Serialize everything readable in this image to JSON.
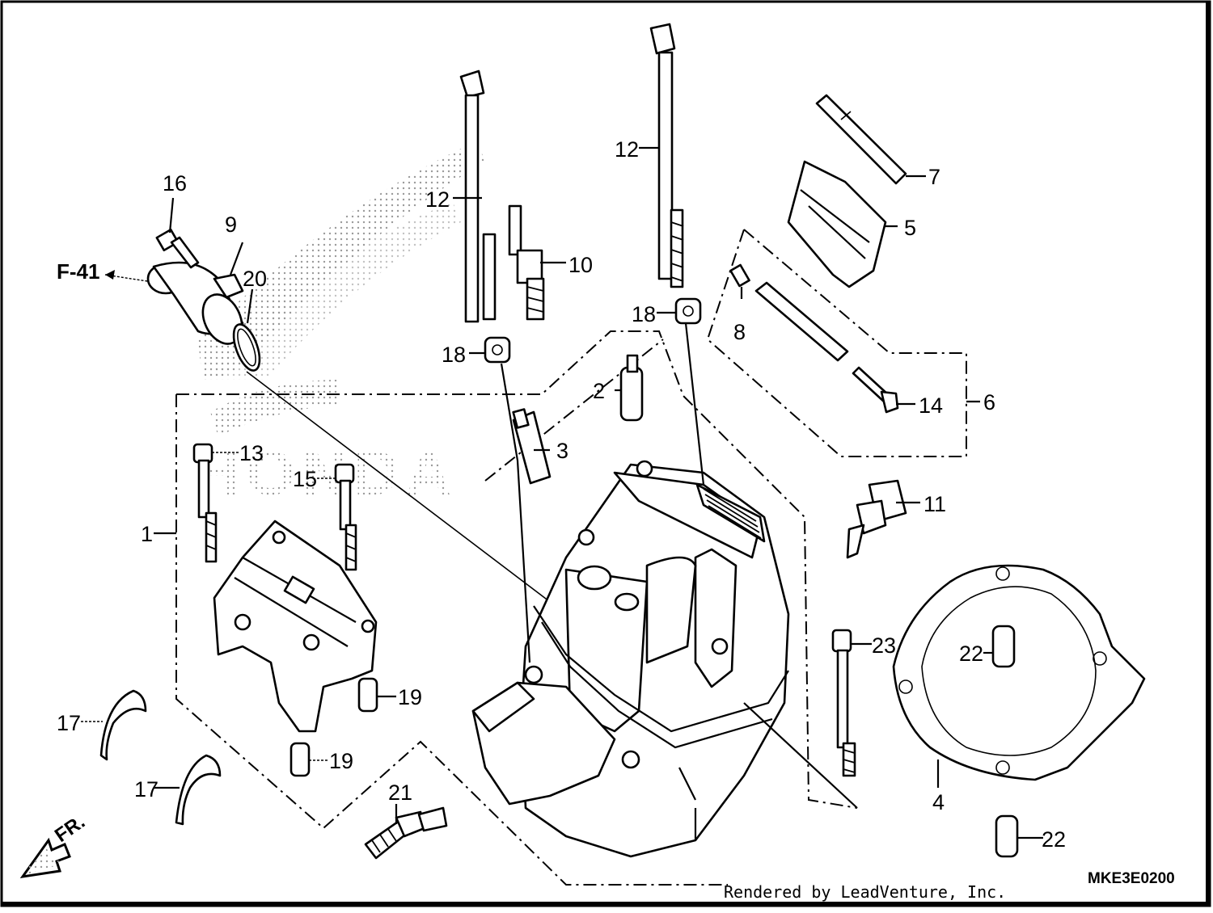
{
  "diagram": {
    "ref_arrow": "F-41",
    "front_arrow": "FR.",
    "drawing_code": "MKE3E0200",
    "watermark": "HONDA",
    "labels": {
      "p1": "1",
      "p2": "2",
      "p3": "3",
      "p4": "4",
      "p5": "5",
      "p6": "6",
      "p7": "7",
      "p8": "8",
      "p9": "9",
      "p10": "10",
      "p11": "11",
      "p12a": "12",
      "p12b": "12",
      "p13": "13",
      "p14": "14",
      "p15": "15",
      "p16": "16",
      "p17a": "17",
      "p17b": "17",
      "p18a": "18",
      "p18b": "18",
      "p19a": "19",
      "p19b": "19",
      "p20": "20",
      "p21": "21",
      "p22a": "22",
      "p22b": "22",
      "p23": "23"
    }
  },
  "footer": {
    "credit": "Rendered by LeadVenture, Inc."
  }
}
